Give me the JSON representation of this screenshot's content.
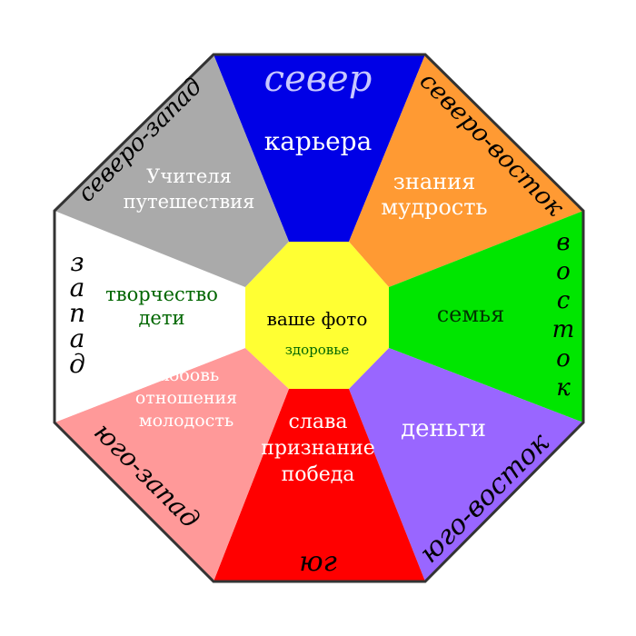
{
  "sectors": {
    "north": {
      "direction": "север",
      "labels": [
        "карьера"
      ],
      "fill": "#0000e6"
    },
    "northeast": {
      "direction": "северо-восток",
      "labels": [
        "знания",
        "мудрость"
      ],
      "fill": "#ff9a33"
    },
    "east": {
      "direction": "восток",
      "labels": [
        "семья"
      ],
      "fill": "#00e600"
    },
    "southeast": {
      "direction": "юго-восток",
      "labels": [
        "деньги"
      ],
      "fill": "#9966ff"
    },
    "south": {
      "direction": "юг",
      "labels": [
        "слава",
        "признание",
        "победа"
      ],
      "fill": "#ff0000"
    },
    "southwest": {
      "direction": "юго-запад",
      "labels": [
        "любовь",
        "отношения",
        "молодость"
      ],
      "fill": "#ff9999"
    },
    "west": {
      "direction": "запад",
      "labels": [
        "творчество",
        "дети"
      ],
      "fill": "#ffffff"
    },
    "northwest": {
      "direction": "северо-запад",
      "labels": [
        "Учителя",
        "путешествия"
      ],
      "fill": "#aaaaaa"
    }
  },
  "center": {
    "title": "ваше фото",
    "subtitle": "здоровье",
    "fill": "#ffff33"
  },
  "colors": {
    "outline": "#333333",
    "direction_text_light": "#c8c8ff",
    "direction_text_dark": "#000000",
    "label_light": "#ffffff",
    "label_dark_green": "#006600"
  }
}
